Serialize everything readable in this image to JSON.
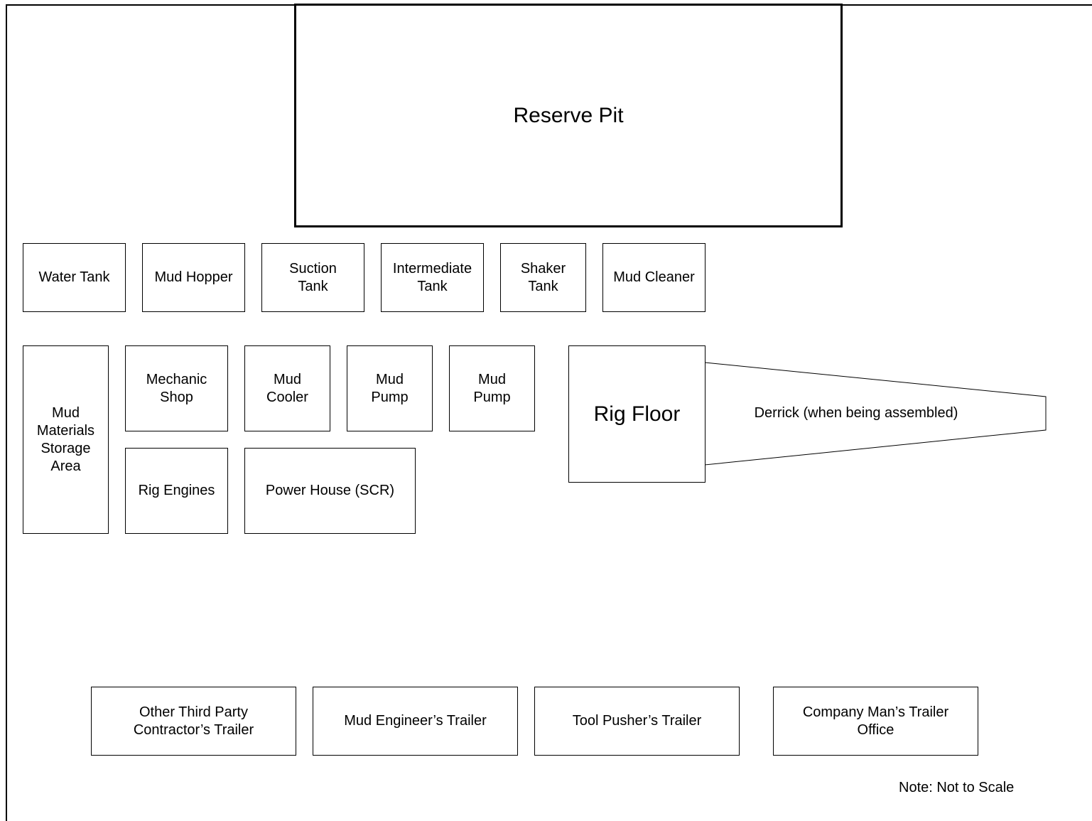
{
  "reserve_pit": "Reserve Pit",
  "tank_row": {
    "water_tank": "Water Tank",
    "mud_hopper": "Mud Hopper",
    "suction_tank": "Suction\nTank",
    "intermediate_tank": "Intermediate\nTank",
    "shaker_tank": "Shaker\nTank",
    "mud_cleaner": "Mud Cleaner"
  },
  "equipment": {
    "mud_materials_storage": "Mud\nMaterials\nStorage\nArea",
    "mechanic_shop": "Mechanic\nShop",
    "mud_cooler": "Mud\nCooler",
    "mud_pump_1": "Mud\nPump",
    "mud_pump_2": "Mud\nPump",
    "rig_engines": "Rig Engines",
    "power_house": "Power House (SCR)"
  },
  "rig": {
    "rig_floor": "Rig Floor",
    "derrick": "Derrick (when being assembled)"
  },
  "trailers": {
    "third_party": "Other Third Party\nContractor’s Trailer",
    "mud_engineer": "Mud Engineer’s Trailer",
    "tool_pusher": "Tool Pusher’s Trailer",
    "company_man": "Company Man’s Trailer\nOffice"
  },
  "note": "Note: Not to Scale"
}
